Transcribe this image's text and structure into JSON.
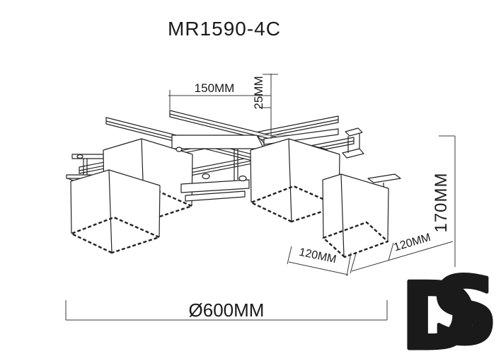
{
  "title": "MR1590-4C",
  "dimensions": {
    "top_width": "150MM",
    "canopy_drop": "25MM",
    "height": "170MM",
    "shade_left": "120MM",
    "shade_right": "120MM",
    "diameter": "Ø600MM"
  },
  "logo": {
    "letter_d": "D",
    "letter_s": "S",
    "d_color": "#F3CC6F",
    "s_color": "#6FB3E8",
    "outline_color": "#1A1A1A"
  },
  "colors": {
    "line": "#222222",
    "dim": "#3A3A3A",
    "faint": "#999999",
    "background": "#FFFFFF"
  }
}
